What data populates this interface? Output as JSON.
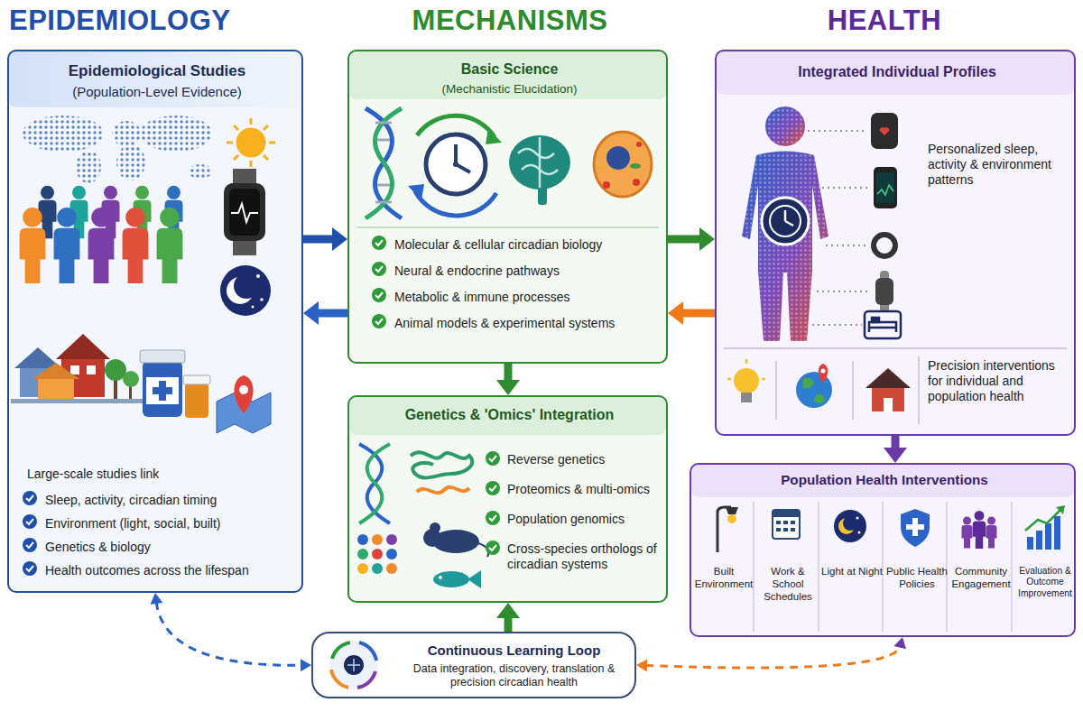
{
  "diagram": {
    "nodes": [
      {
        "text": [
          "Epidemiological Studies",
          "(Population-Level Evidence)",
          "Large-scale studies link",
          "Sleep, activity, circadian timing",
          "Environment (light, social, built)",
          "Genetics & biology",
          "Health outcomes across the lifespan"
        ]
      },
      {
        "text": [
          "Basic Science",
          "(Mechanistic Elucidation)",
          "Molecular & cellular circadian biology",
          "Neural & endocrine pathways",
          "Metabolic & immune processes",
          "Animal models & experimental systems"
        ]
      },
      {
        "text": [
          "Genetics & 'Omics' Integration",
          "Reverse genetics",
          "Proteomics & multi-omics",
          "Population genomics",
          "Cross-species orthologs of circadian systems"
        ]
      },
      {
        "text": [
          "Integrated Individual Profiles",
          "Personalized sleep, activity & environment patterns",
          "Precision interventions for individual and population health"
        ]
      },
      {
        "text": [
          "Population Health Interventions",
          "Built Environment",
          "Work & School Schedules",
          "Light at Night",
          "Public Health Policies",
          "Community Engagement",
          "Evaluation & Outcome Improvement"
        ]
      },
      {
        "text": [
          "Continuous Learning Loop",
          "Data integration, discovery, translation & precision circadian health"
        ]
      }
    ],
    "edges": [
      {
        "from": 0,
        "to": 1,
        "arrow": "to"
      },
      {
        "from": 1,
        "to": 0,
        "arrow": "to"
      },
      {
        "from": 1,
        "to": 3,
        "arrow": "to"
      },
      {
        "from": 3,
        "to": 1,
        "arrow": "to"
      },
      {
        "from": 1,
        "to": 2,
        "arrow": "to"
      },
      {
        "from": 3,
        "to": 4,
        "arrow": "to"
      },
      {
        "from": 5,
        "to": 2,
        "arrow": "to"
      },
      {
        "from": 0,
        "to": 5,
        "arrow": "both"
      },
      {
        "from": 5,
        "to": 4,
        "arrow": "both"
      }
    ],
    "labels": [
      "EPIDEMIOLOGY",
      "MECHANISMS",
      "HEALTH"
    ]
  }
}
